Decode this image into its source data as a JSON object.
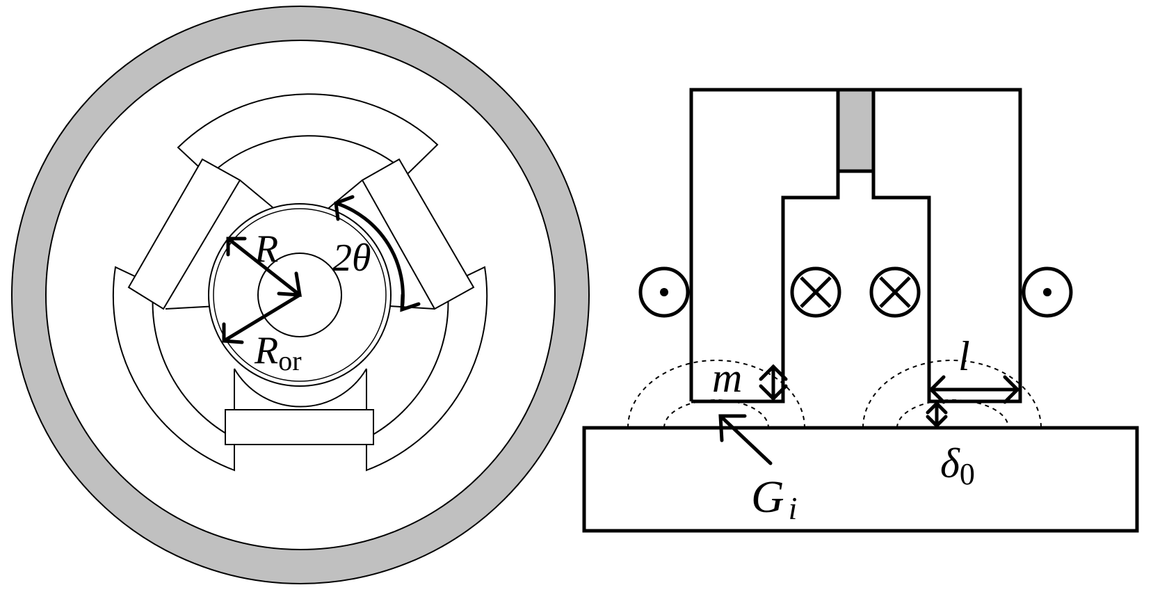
{
  "colors": {
    "ink": "#000000",
    "fill_gray": "#c0c0c0",
    "background": "#ffffff"
  },
  "left_diagram": {
    "labels": {
      "R": "R",
      "R_or_main": "R",
      "R_or_sub": "or",
      "theta_coef": "2",
      "theta": "θ"
    }
  },
  "right_diagram": {
    "labels": {
      "m": "m",
      "l": "l",
      "delta": "δ",
      "delta_sub": "0",
      "G": "G",
      "G_sub": "i"
    },
    "current_symbols": [
      "dot",
      "cross",
      "cross",
      "dot"
    ]
  }
}
